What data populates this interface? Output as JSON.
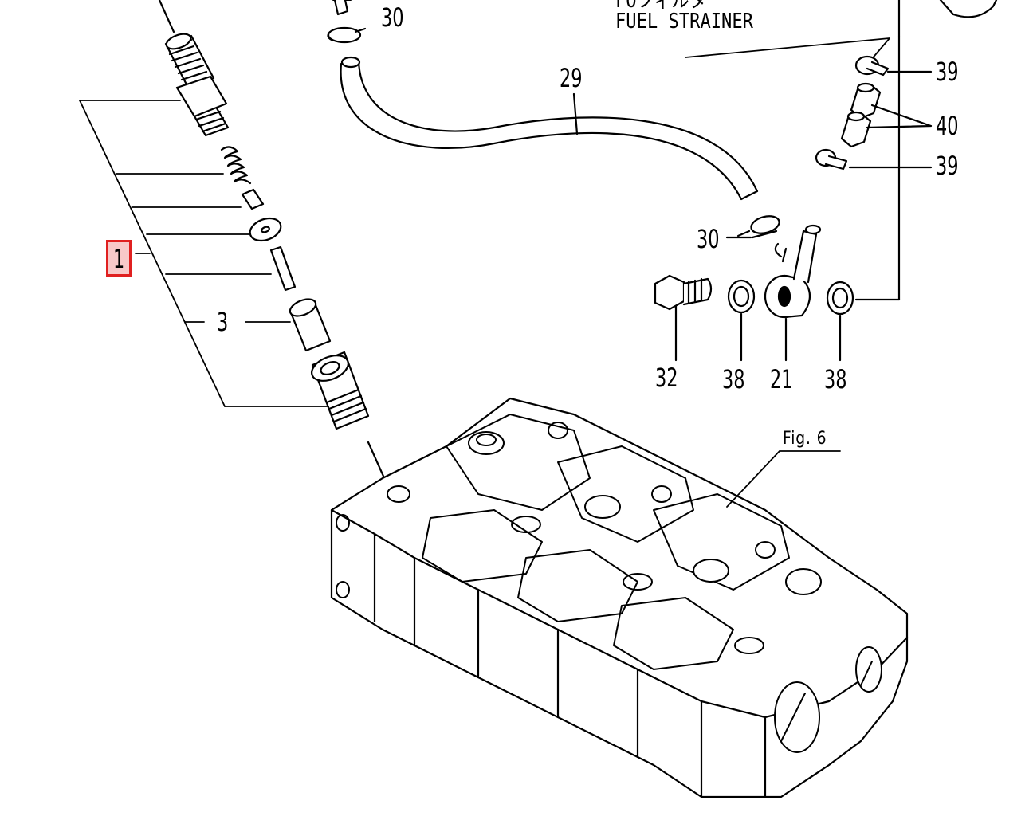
{
  "diagram": {
    "callouts": {
      "fuel_filter_jp": "FOフィルタ",
      "fuel_strainer": "FUEL STRAINER",
      "fig_ref": "Fig. 6"
    },
    "part_labels": {
      "p30_top": "30",
      "p29": "29",
      "p39_top": "39",
      "p40": "40",
      "p39_bottom": "39",
      "p30_mid": "30",
      "p32": "32",
      "p38_left": "38",
      "p21": "21",
      "p38_right": "38",
      "p3": "3",
      "p1": "1"
    },
    "highlight_color": "#e02020",
    "highlight_fill": "#f8c9c9"
  }
}
